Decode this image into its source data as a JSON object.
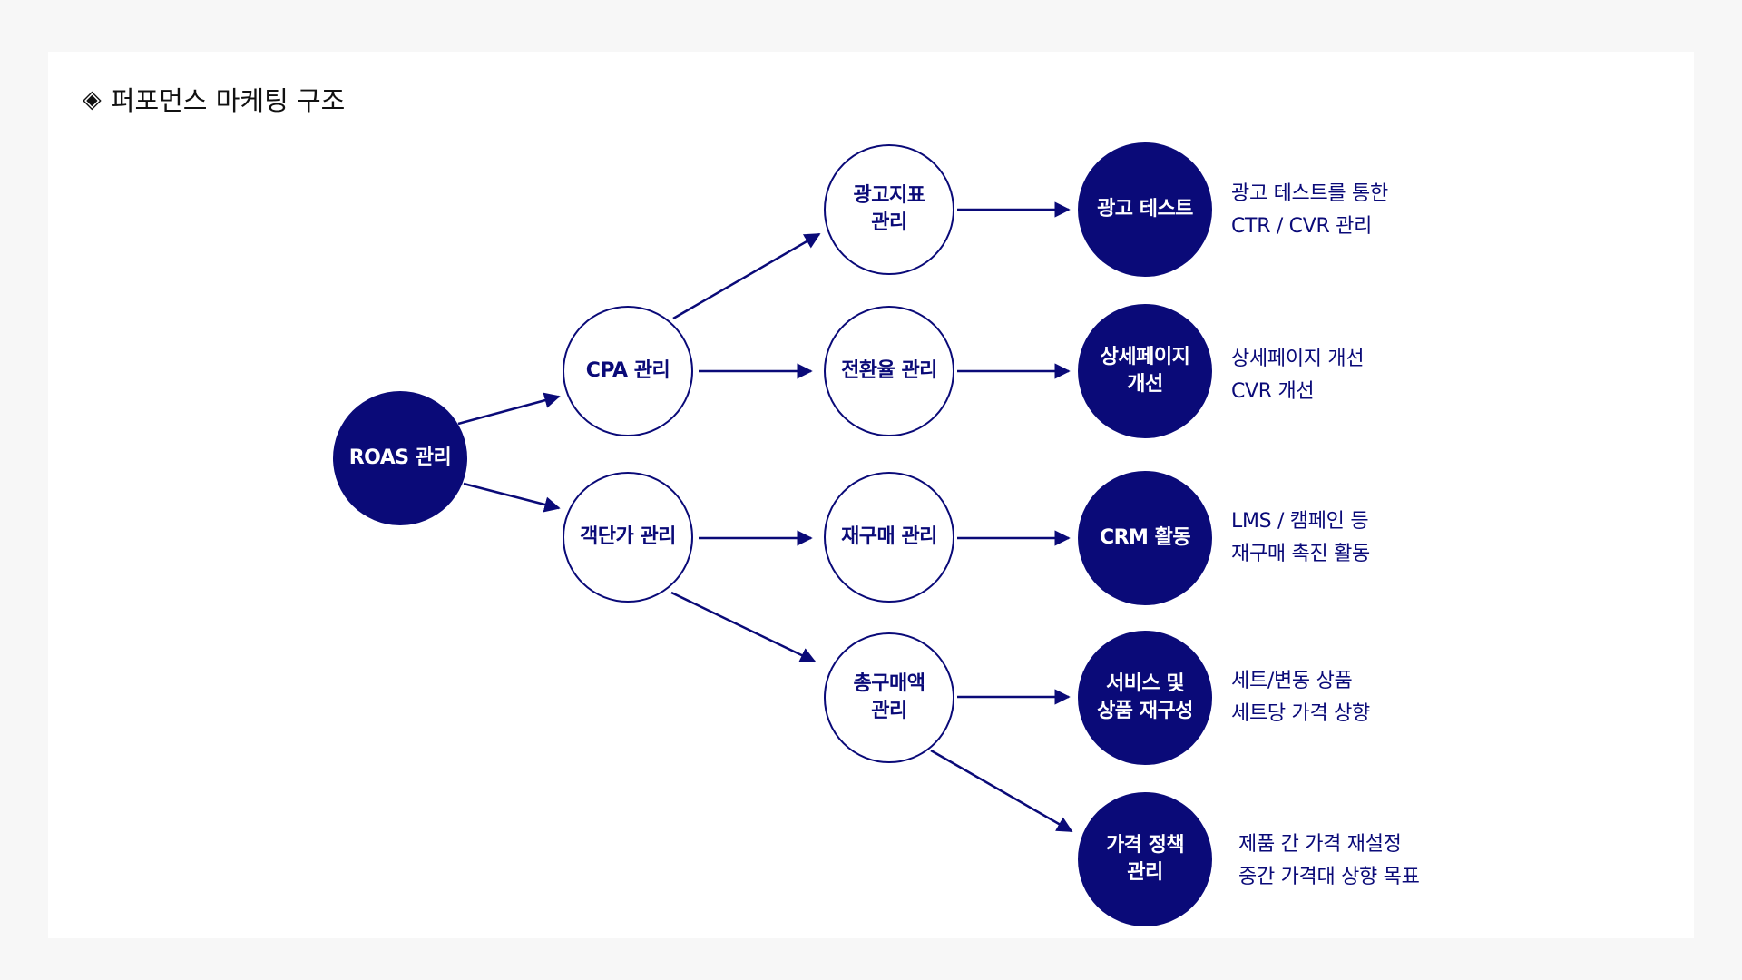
{
  "title": "퍼포먼스 마케팅 구조",
  "title_icon": "diamond-icon",
  "colors": {
    "navy": "#0a0a78",
    "background": "#f7f7f7",
    "card": "#ffffff"
  },
  "nodes": {
    "roas": "ROAS 관리",
    "cpa": "CPA 관리",
    "aov": "객단가 관리",
    "ad_metrics": "광고지표\n관리",
    "conversion": "전환율 관리",
    "repurchase": "재구매 관리",
    "total_sales": "총구매액\n관리",
    "ad_test": "광고 테스트",
    "detail_page": "상세페이지\n개선",
    "crm": "CRM 활동",
    "service_product": "서비스 및\n상품 재구성",
    "price_policy": "가격 정책\n관리"
  },
  "descriptions": {
    "ad_test": [
      "광고 테스트를 통한",
      "CTR / CVR 관리"
    ],
    "detail_page": [
      "상세페이지 개선",
      "CVR 개선"
    ],
    "crm": [
      "LMS / 캠페인 등",
      "재구매 촉진 활동"
    ],
    "service_product": [
      "세트/변동 상품",
      "세트당 가격 상향"
    ],
    "price_policy": [
      "제품 간 가격 재설정",
      "중간 가격대 상향 목표"
    ]
  }
}
